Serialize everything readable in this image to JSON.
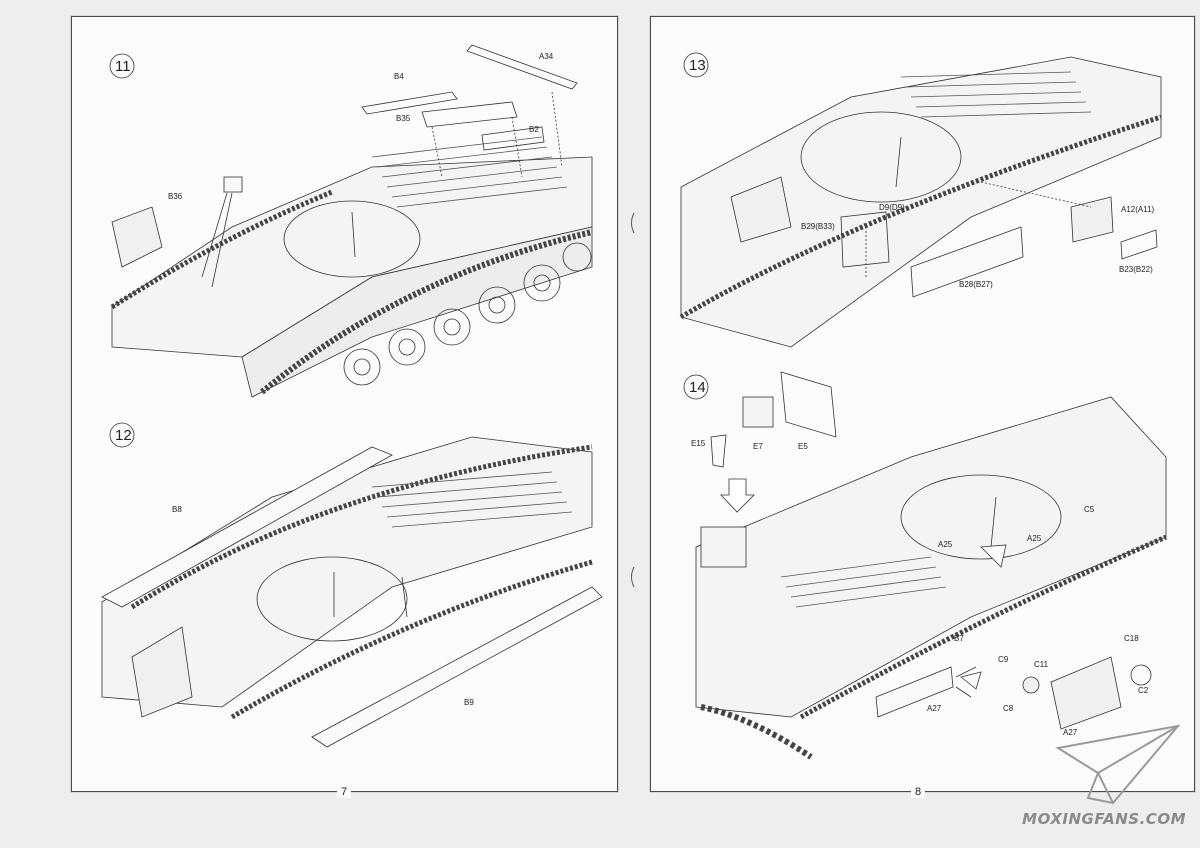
{
  "left_page": {
    "page_number": "7",
    "steps": [
      {
        "number": "11",
        "parts": [
          "B4",
          "A34",
          "B35",
          "B2",
          "B36"
        ]
      },
      {
        "number": "12",
        "parts": [
          "B8",
          "B9"
        ]
      }
    ]
  },
  "right_page": {
    "page_number": "8",
    "steps": [
      {
        "number": "13",
        "parts": [
          "D9(D9)",
          "B29(B33)",
          "A12(A11)",
          "B23(B22)",
          "B28(B27)"
        ]
      },
      {
        "number": "14",
        "parts": [
          "E15",
          "E7",
          "E5",
          "C5",
          "A25",
          "A25",
          "B7",
          "C18",
          "C9",
          "C11",
          "C2",
          "C8",
          "A27",
          "A27"
        ]
      }
    ]
  },
  "watermark": {
    "text": "MOXINGFANS.COM",
    "icon": "paper-plane-icon"
  }
}
